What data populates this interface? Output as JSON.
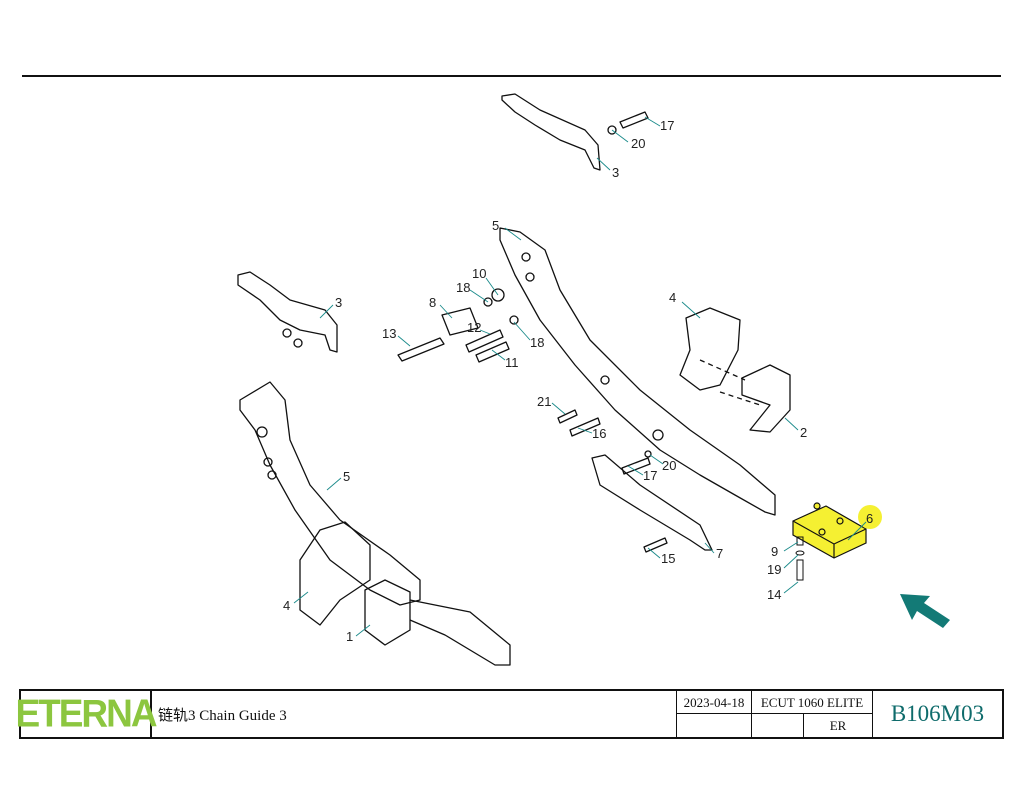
{
  "title_block": {
    "logo_text": "ETERNA",
    "title": "链轨3  Chain Guide 3",
    "date": "2023-04-18",
    "model": "ECUT 1060 ELITE",
    "author": "ER",
    "drawing_code": "B106M03"
  },
  "callouts": [
    "17",
    "20",
    "3",
    "5",
    "10",
    "18",
    "8",
    "3",
    "4",
    "13",
    "12",
    "18",
    "11",
    "21",
    "16",
    "2",
    "20",
    "17",
    "5",
    "6",
    "7",
    "9",
    "15",
    "19",
    "4",
    "14",
    "1"
  ],
  "highlight": {
    "part": "6",
    "color": "#f5f032"
  },
  "colors": {
    "leader": "#1a8a8a",
    "arrow": "#137a76",
    "logo": "#8cc63f"
  },
  "icons": {
    "pointer": "arrow-icon"
  }
}
